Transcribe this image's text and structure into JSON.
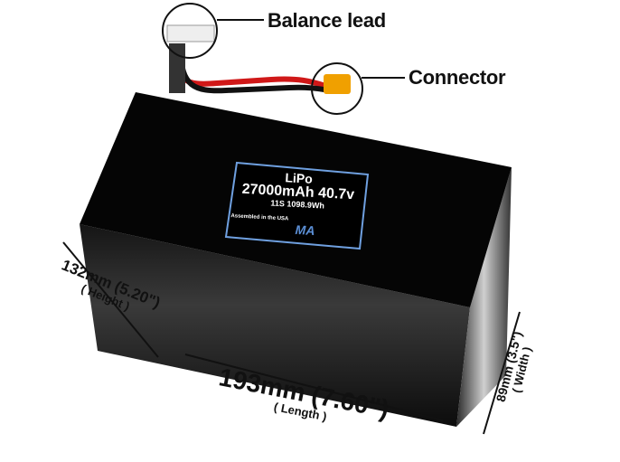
{
  "callouts": {
    "balance_lead": "Balance lead",
    "connector": "Connector"
  },
  "battery_label": {
    "chemistry": "LiPo",
    "capacity_voltage": "27000mAh 40.7v",
    "config_energy": "11S 1098.9Wh",
    "assembled": "Assembled in the USA",
    "logo": "MA"
  },
  "dimensions": {
    "height": {
      "value": "132mm (5.20\")",
      "label": "( Height )"
    },
    "length": {
      "value": "193mm (7.60\")",
      "label": "( Length )"
    },
    "width": {
      "value": "89mm (3.5\")",
      "label": "( Width )"
    }
  },
  "colors": {
    "battery": "#0a0a0a",
    "label_border": "#6fa0e0",
    "wire_red": "#d01818"
  }
}
